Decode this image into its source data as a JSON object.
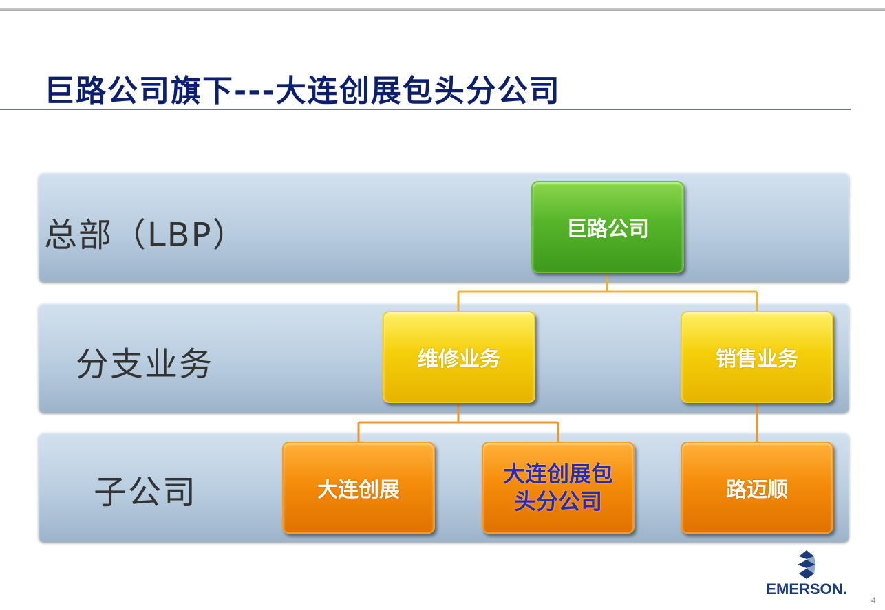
{
  "slide": {
    "title": "巨路公司旗下---大连创展包头分公司",
    "page_number": "4"
  },
  "bands": [
    {
      "label": "总部（LBP）"
    },
    {
      "label": "分支业务"
    },
    {
      "label": "子公司"
    }
  ],
  "nodes": {
    "hq": "巨路公司",
    "maintenance": "维修业务",
    "sales": "销售业务",
    "dalian_chuangzhan": "大连创展",
    "baotou_line1": "大连创展包",
    "baotou_line2": "头分公司",
    "lumaishun": "路迈顺"
  },
  "logo": {
    "text": "EMERSON."
  },
  "colors": {
    "title": "#0b1f6e",
    "hq_node": "#55b42a",
    "branch_node": "#f5cf0a",
    "subsidiary_node": "#f58c0a",
    "highlight_text": "#2a2ab4",
    "connector": "#f0b030"
  }
}
